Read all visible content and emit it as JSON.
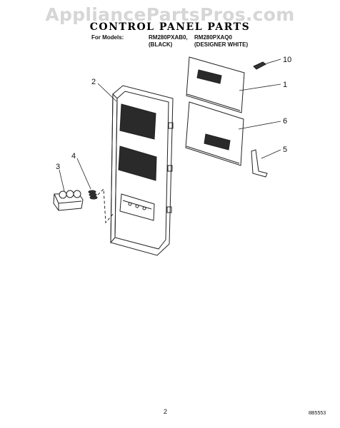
{
  "watermark": "AppliancePartsPros.com",
  "title": "CONTROL PANEL PARTS",
  "models": {
    "prefix": "For Models:",
    "model_1": "RM280PXAB0,",
    "model_2": "RM280PXAQ0",
    "variant_1": "(BLACK)",
    "variant_2": "(DESIGNER WHITE)"
  },
  "callouts": {
    "c1": "1",
    "c2": "2",
    "c3": "3",
    "c4": "4",
    "c5": "5",
    "c6": "6",
    "c10": "10"
  },
  "page_number": "2",
  "doc_code": "8B5553"
}
